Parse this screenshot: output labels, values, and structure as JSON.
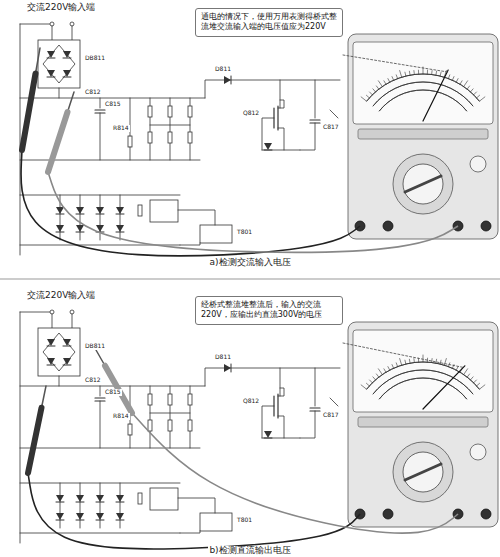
{
  "diagram": {
    "nodes": [
      {
        "text": [
          "通电的情况下，使用万用表测得桥式整流堆交流输入端的电压值应为220V"
        ]
      },
      {
        "text": [
          "经桥式整流堆整流后，输入的交流220V，应输出约直流300V的电压"
        ]
      }
    ],
    "labels": [
      "交流220V输入端",
      "DB811",
      "C812",
      "C815",
      "R814",
      "D811",
      "Q812",
      "C817",
      "T801",
      "a)检测交流输入电压",
      "交流220V输入端",
      "DB811",
      "C812",
      "C815",
      "R814",
      "D811",
      "Q812",
      "C817",
      "T801",
      "b)检测直流输出电压"
    ]
  }
}
